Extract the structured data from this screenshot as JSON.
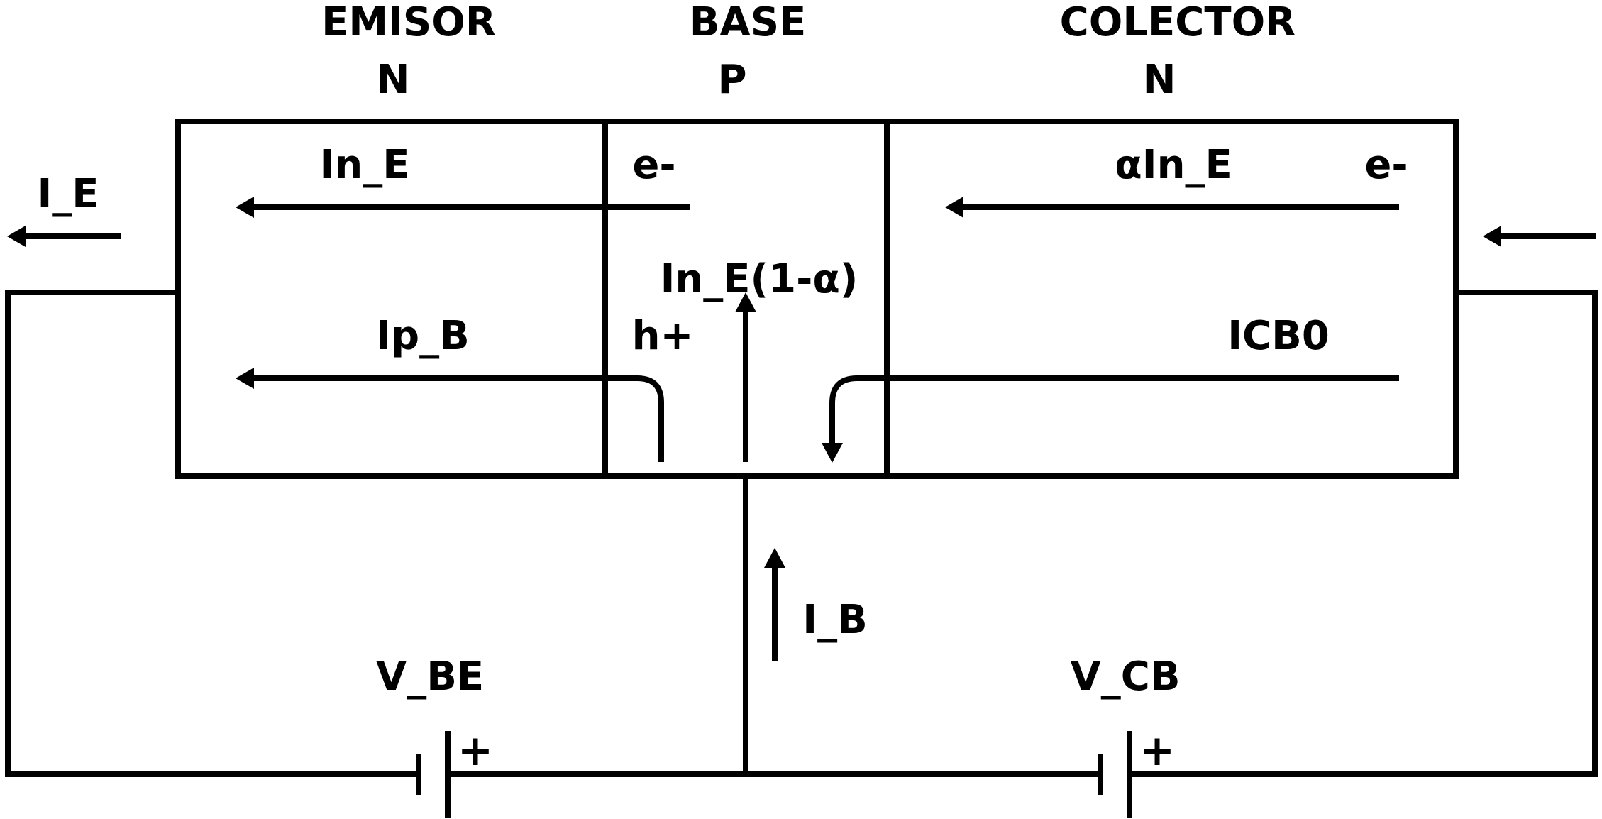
{
  "regions": {
    "emitter": {
      "name": "EMISOR",
      "type": "N"
    },
    "base": {
      "name": "BASE",
      "type": "P"
    },
    "collector": {
      "name": "COLECTOR",
      "type": "N"
    }
  },
  "labels": {
    "emitter_current": "I_E",
    "base_current": "I_B",
    "in_e": "In_E",
    "ip_b": "Ip_B",
    "electron_base": "e-",
    "electron_collector": "e-",
    "hole_base": "h+",
    "alpha_in_e": "αIn_E",
    "recombination": "In_E(1-α)",
    "icbo": "ICB0",
    "v_be": "V_BE",
    "v_cb": "V_CB",
    "plus_be": "+",
    "plus_cb": "+"
  }
}
